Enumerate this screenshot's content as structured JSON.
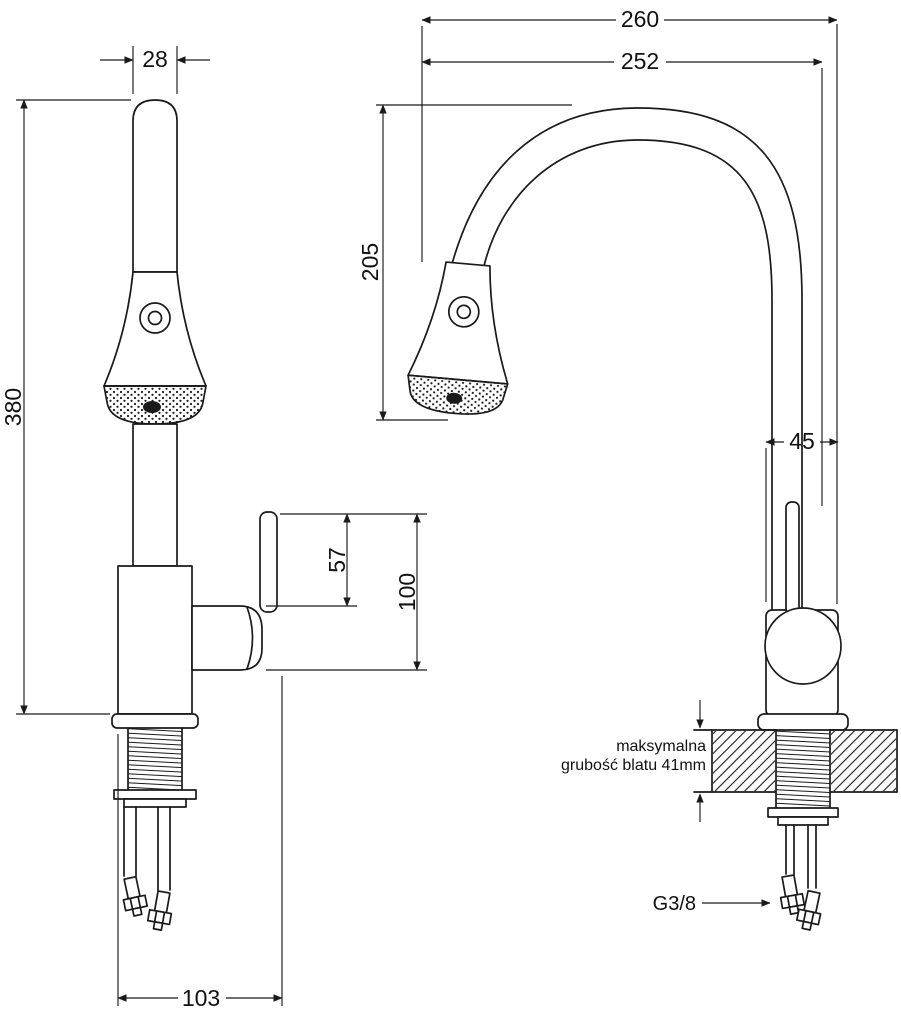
{
  "drawing": {
    "front_view": {
      "spout_width_mm": "28",
      "total_height_mm": "380",
      "base_depth_mm": "103",
      "lever_height_mm": "57",
      "handle_total_height_mm": "100"
    },
    "side_view": {
      "overall_reach_mm": "260",
      "spout_reach_mm": "252",
      "spout_height_mm": "205",
      "body_depth_mm": "45",
      "thread_size": "G3/8",
      "counter_note_line1": "maksymalna",
      "counter_note_line2": "grubość blatu 41mm"
    },
    "colors": {
      "line": "#1a1a1a",
      "background": "#ffffff"
    }
  }
}
